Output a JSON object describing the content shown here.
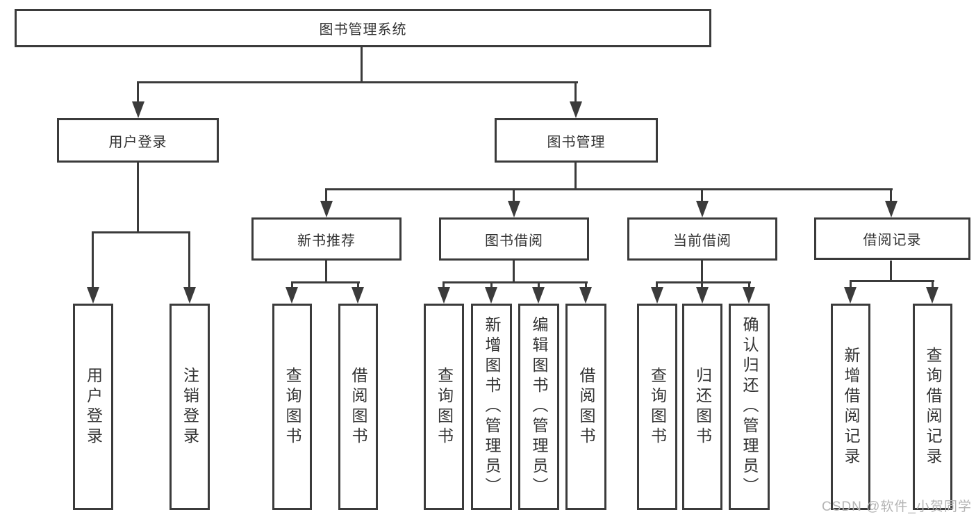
{
  "colors": {
    "line": "#3b3b3b",
    "text": "#333333",
    "watermark": "#b4b4b4",
    "background": "#ffffff"
  },
  "watermark": {
    "text": "CSDN @软件_小贺同学"
  },
  "tree": {
    "label": "图书管理系统",
    "children": [
      {
        "label": "用户登录",
        "children": [
          {
            "label": "用户登录"
          },
          {
            "label": "注销登录"
          }
        ]
      },
      {
        "label": "图书管理",
        "children": [
          {
            "label": "新书推荐",
            "children": [
              {
                "label": "查询图书"
              },
              {
                "label": "借阅图书"
              }
            ]
          },
          {
            "label": "图书借阅",
            "children": [
              {
                "label": "查询图书"
              },
              {
                "label": "新增图书（管理员）"
              },
              {
                "label": "编辑图书（管理员）"
              },
              {
                "label": "借阅图书"
              }
            ]
          },
          {
            "label": "当前借阅",
            "children": [
              {
                "label": "查询图书"
              },
              {
                "label": "归还图书"
              },
              {
                "label": "确认归还（管理员）"
              }
            ]
          },
          {
            "label": "借阅记录",
            "children": [
              {
                "label": "新增借阅记录"
              },
              {
                "label": "查询借阅记录"
              }
            ]
          }
        ]
      }
    ]
  }
}
